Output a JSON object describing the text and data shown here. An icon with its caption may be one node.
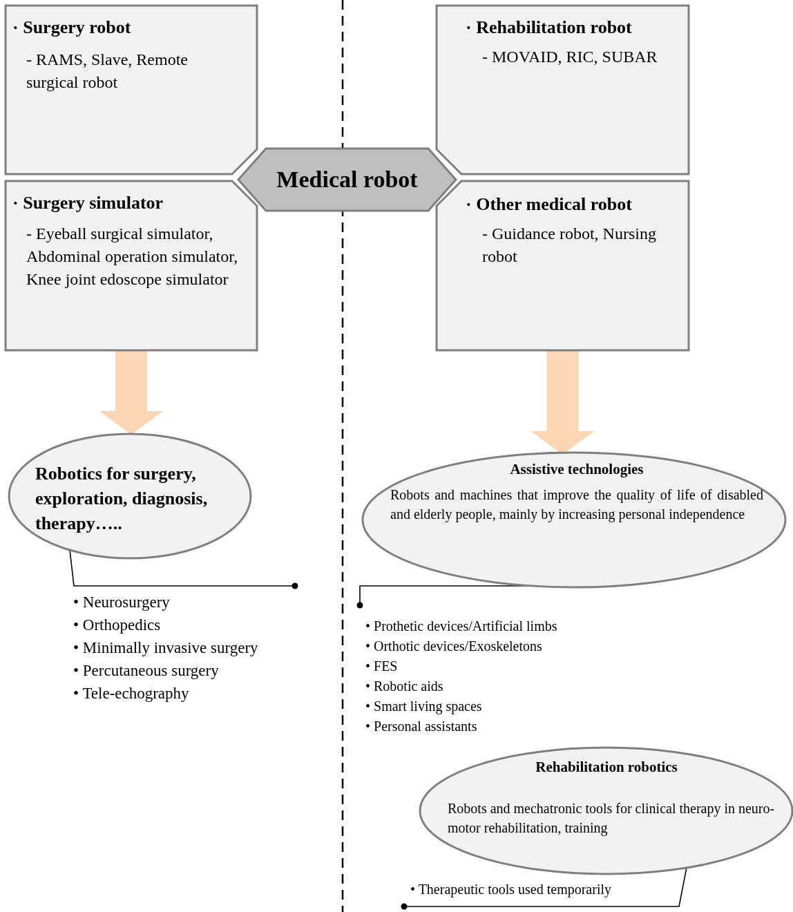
{
  "diagram": {
    "nodes": [
      {
        "text": [
          "· Surgery robot",
          "- RAMS, Slave, Remote surgical robot"
        ]
      },
      {
        "text": [
          "· Rehabilitation robot",
          "- MOVAID, RIC, SUBAR"
        ]
      },
      {
        "text": [
          "Medical robot"
        ]
      },
      {
        "text": [
          "· Surgery simulator",
          "- Eyeball surgical simulator, Abdominal operation simulator, Knee joint edoscope simulator"
        ]
      },
      {
        "text": [
          "· Other medical robot",
          "- Guidance robot, Nursing robot"
        ]
      },
      {
        "text": [
          "Robotics for surgery, exploration, diagnosis, therapy….."
        ]
      },
      {
        "text": [
          "Assistive technologies",
          "Robots and machines that improve the quality of life of disabled and elderly people, mainly by increasing personal independence"
        ]
      },
      {
        "text": [
          "Rehabilitation robotics",
          "Robots and mechatronic tools for clinical therapy in neuro-motor rehabilitation, training"
        ]
      },
      {
        "text": [
          "• Neurosurgery",
          "• Orthopedics",
          "• Minimally invasive surgery",
          "• Percutaneous surgery",
          "• Tele-echography"
        ]
      },
      {
        "text": [
          "• Prothetic devices/Artificial limbs",
          "• Orthotic devices/Exoskeletons",
          "• FES",
          "• Robotic aids",
          "• Smart living spaces",
          "• Personal assistants"
        ]
      },
      {
        "text": [
          "• Therapeutic tools used temporarily"
        ]
      }
    ],
    "edges": [
      {
        "from": 3,
        "to": 5,
        "arrow": "to",
        "style": "thick",
        "color": "#fcd5b5"
      },
      {
        "from": 4,
        "to": 6,
        "arrow": "to",
        "style": "thick",
        "color": "#fcd5b5"
      },
      {
        "from": 5,
        "to": 8,
        "arrow": "other"
      },
      {
        "from": 6,
        "to": 9,
        "arrow": "other"
      },
      {
        "from": 7,
        "to": 10,
        "arrow": "other"
      }
    ]
  }
}
